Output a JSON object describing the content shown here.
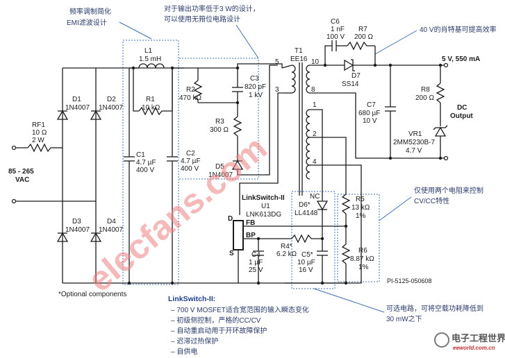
{
  "notes": {
    "emi_line1": "频率调制简化",
    "emi_line2": "EMI滤波设计",
    "clamp_line1": "对于输出功率低于3 W的设计，",
    "clamp_line2": "可以使用无箝位电路设计",
    "schottky": "40 V的肖特基可提高效率",
    "cvcc_line1": "仅使用两个电阻来控制",
    "cvcc_line2": "CV/CC特性",
    "optional_line1": "可选电路，可将空载功耗降低到",
    "optional_line2": "30 mW之下",
    "optional_components": "*Optional components",
    "part_number": "PI-5125-050608"
  },
  "input": {
    "voltage": "85 - 265",
    "unit": "VAC"
  },
  "output": {
    "rating": "5 V, 550 mA",
    "label1": "DC",
    "label2": "Output"
  },
  "components": {
    "RF1": [
      "RF1",
      "10 Ω",
      "2 W"
    ],
    "D1": [
      "D1",
      "1N4007"
    ],
    "D2": [
      "D2",
      "1N4007"
    ],
    "D3": [
      "D3",
      "1N4007"
    ],
    "D4": [
      "D4",
      "1N4007"
    ],
    "L1": [
      "L1",
      "1.5 mH"
    ],
    "R1": [
      "R1",
      "10 kΩ"
    ],
    "C1": [
      "C1",
      "4.7 µF",
      "400 V"
    ],
    "C2": [
      "C2",
      "4.7 µF",
      "400 V"
    ],
    "R2": [
      "R2",
      "470 kΩ"
    ],
    "C3": [
      "C3",
      "820 pF",
      "1 kV"
    ],
    "R3": [
      "R3",
      "300 Ω"
    ],
    "D5": [
      "D5",
      "1N4007"
    ],
    "T1": [
      "T1",
      "EE16"
    ],
    "C6": [
      "C6",
      "1 nF",
      "100 V"
    ],
    "R7": [
      "R7",
      "200 Ω"
    ],
    "D7": [
      "D7",
      "SS14"
    ],
    "C7": [
      "C7",
      "680 µF",
      "10 V"
    ],
    "R8": [
      "R8",
      "200 Ω"
    ],
    "VR1": [
      "VR1",
      "2MM5230B-7",
      "4.7 V"
    ],
    "U1": [
      "LinkSwitch-II",
      "U1",
      "LNK613DG"
    ],
    "D6": [
      "D6*",
      "LL4148"
    ],
    "R5": [
      "R5",
      "13 kΩ",
      "1%"
    ],
    "R6": [
      "R6",
      "8.87 kΩ",
      "1%"
    ],
    "C4": [
      "C4",
      "1 µF",
      "25 V"
    ],
    "R4": [
      "R4*",
      "6.2 kΩ"
    ],
    "C5": [
      "C5*",
      "10 µF",
      "16 V"
    ]
  },
  "transformer_pins": [
    "5",
    "3",
    "10",
    "8",
    "1",
    "2",
    "4",
    "NC"
  ],
  "ic_pins": [
    "D",
    "FB",
    "BP",
    "S"
  ],
  "features": {
    "title": "LinkSwitch-II:",
    "items": [
      "700 V MOSFET适合宽范围的输入瞬态变化",
      "初级侧控制，严格的CC/CV",
      "自动重启动用于开环故障保护",
      "迟滞过热保护",
      "自供电"
    ]
  },
  "watermark": "elecfans.com",
  "logo": {
    "name": "电子工程世界",
    "url": "eeworld.com.cn"
  }
}
